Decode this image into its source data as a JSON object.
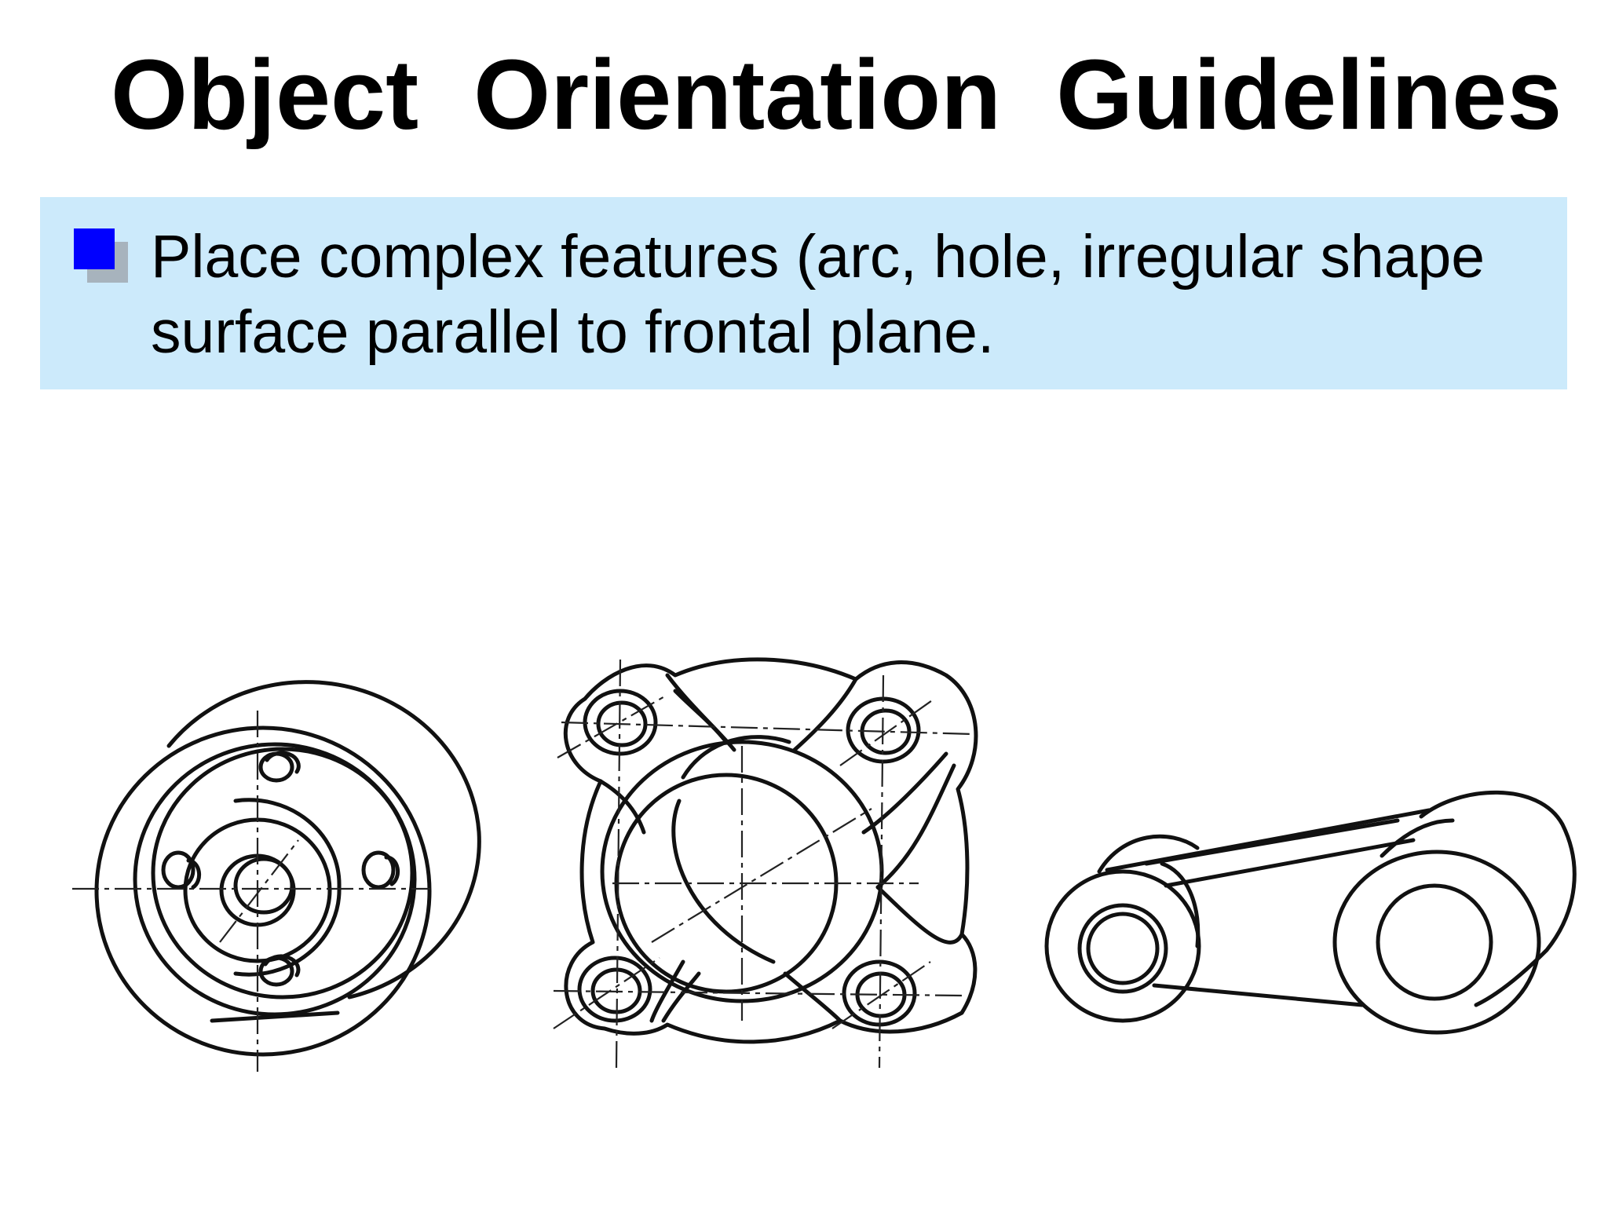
{
  "slide": {
    "title": "Object  Orientation  Guidelines",
    "bullet": {
      "line1": "Place complex features (arc, hole, irregular shape",
      "line2": "surface parallel to frontal plane."
    }
  },
  "colors": {
    "background": "#ffffff",
    "bullet_box": "#cceafb",
    "bullet_square": "#0000ff",
    "bullet_shadow": "#a7b3bd",
    "line_art": "#111111"
  }
}
